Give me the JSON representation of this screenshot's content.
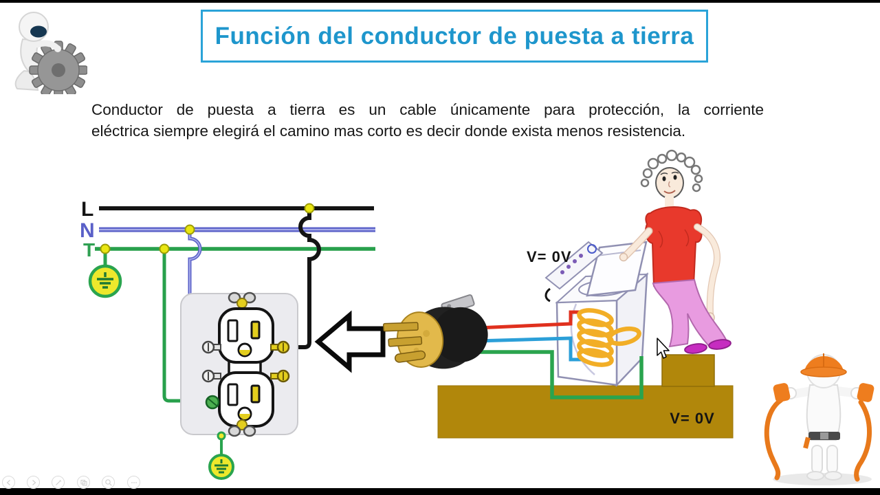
{
  "header": {
    "title": "Función del conductor de puesta a tierra"
  },
  "logo": {
    "icon": "robot-gear-logo"
  },
  "paragraph": {
    "line1": "Conductor de puesta a tierra es un cable únicamente para protección, la corriente",
    "line2": "eléctrica siempre elegirá el camino mas corto es decir donde exista menos resistencia."
  },
  "diagram": {
    "wire_labels": {
      "live": "L",
      "neutral": "N",
      "earth": "T"
    },
    "voltage_machine": "V= 0V",
    "voltage_ground": "V= 0V",
    "colors": {
      "live_wire": "#141414",
      "neutral_wire": "#5A60C8",
      "earth_wire": "#28A04C",
      "hot_lead": "#E0301E",
      "neutral_lead": "#2B9FD8",
      "ground_lead": "#2AA44E",
      "heater_coil": "#F2AE26",
      "earth_platform": "#B1870B",
      "junction_dot": "#EAE612",
      "ground_symbol_fill": "#EDE82C",
      "title_accent": "#1E96CC"
    }
  },
  "toolbar": {
    "items": [
      {
        "name": "previous-slide",
        "icon": "chevron-left-icon"
      },
      {
        "name": "next-slide",
        "icon": "chevron-right-icon"
      },
      {
        "name": "pen-tool",
        "icon": "pen-icon"
      },
      {
        "name": "all-slides",
        "icon": "slides-icon"
      },
      {
        "name": "zoom",
        "icon": "magnifier-icon"
      },
      {
        "name": "more-options",
        "icon": "ellipsis-icon"
      }
    ]
  }
}
